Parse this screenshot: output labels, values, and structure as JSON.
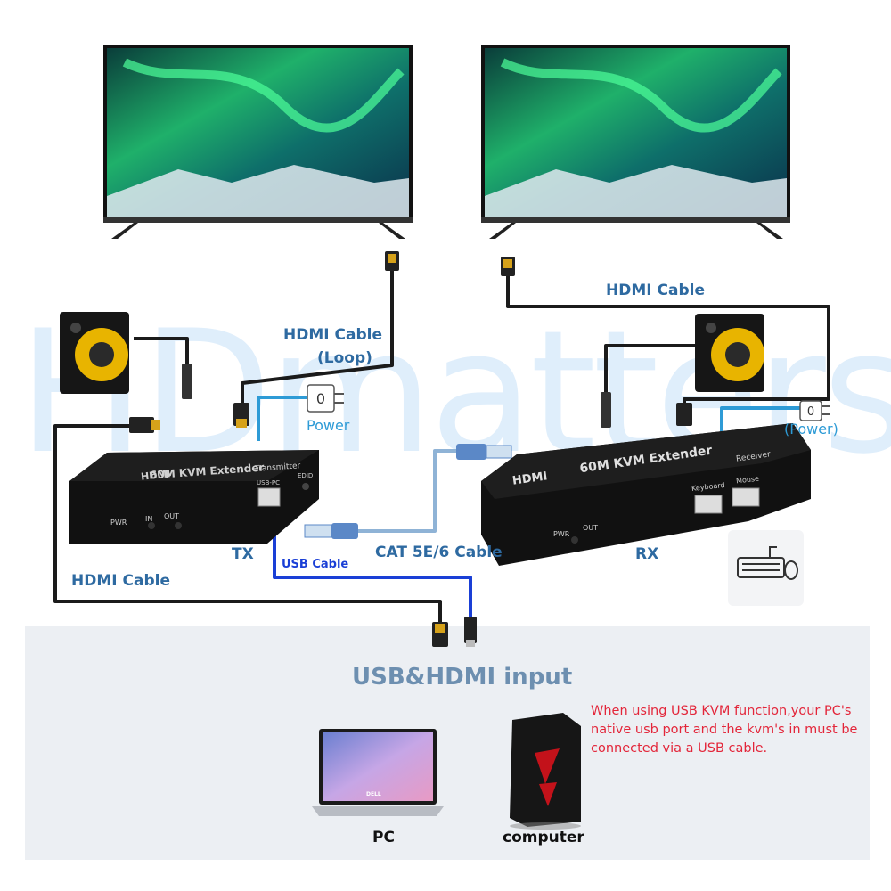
{
  "watermark": "HDmatters",
  "labels": {
    "hdmi_cable_loop": "HDMI Cable",
    "loop": "(Loop)",
    "hdmi_cable_rx": "HDMI Cable",
    "hdmi_cable_tx": "HDMI Cable",
    "power_tx": "Power",
    "power_rx": "(Power)",
    "tx": "TX",
    "rx": "RX",
    "usb_cable": "USB Cable",
    "cat_cable": "CAT 5E/6 Cable"
  },
  "transmitter": {
    "brand": "HDMI",
    "model": "60M KVM Extender",
    "role": "Transmitter",
    "port_usb": "USB-PC",
    "port_edid": "EDID",
    "pwr": "PWR",
    "in": "IN",
    "out": "OUT"
  },
  "receiver": {
    "brand": "HDMI",
    "model": "60M KVM Extender",
    "role": "Receiver",
    "port_keyboard": "Keyboard",
    "port_mouse": "Mouse",
    "pwr": "PWR",
    "out": "OUT"
  },
  "panel": {
    "title": "USB&HDMI input",
    "note": "When using USB KVM function,your PC's native usb port and the kvm's in must be connected via a USB cable.",
    "pc_label": "PC",
    "computer_label": "computer",
    "laptop_brand": "DELL"
  },
  "colors": {
    "label_blue": "#2e6aa1",
    "power_blue": "#2e9bd6",
    "usb_blue": "#1a3fd6",
    "note_red": "#e3263a",
    "cable_black": "#1b1b1b",
    "cat_blue": "#8fb3d6"
  }
}
